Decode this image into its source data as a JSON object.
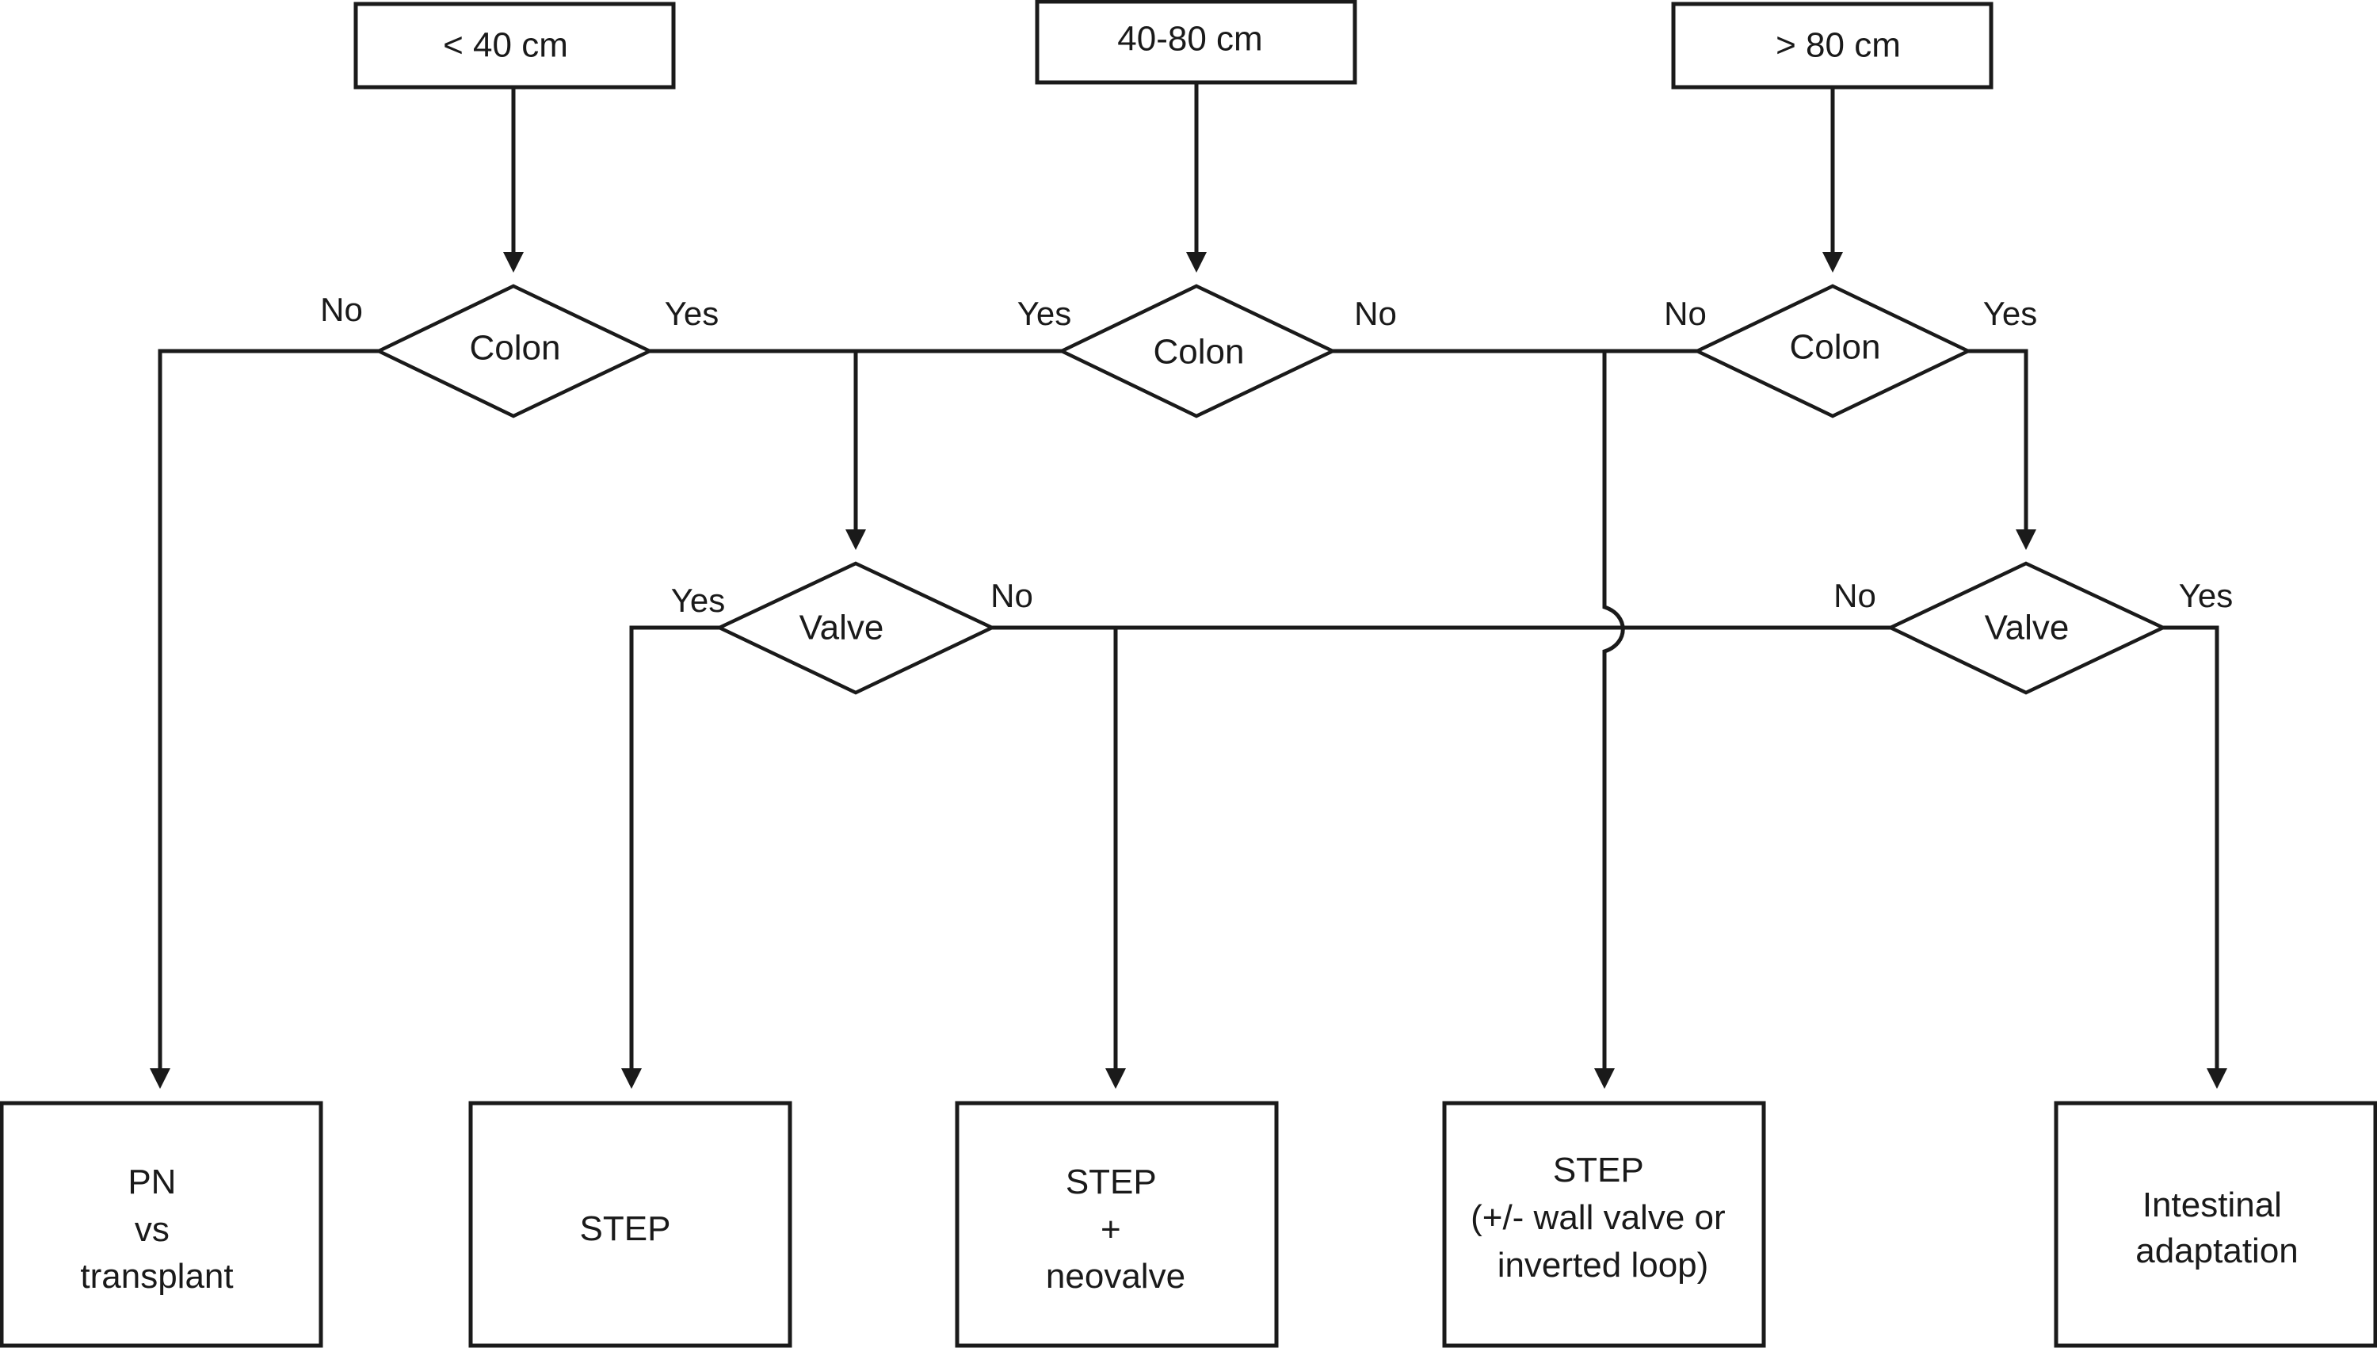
{
  "length_boxes": {
    "short": "< 40 cm",
    "medium": "40-80 cm",
    "long": "> 80 cm"
  },
  "decisions": {
    "colon_short": "Colon",
    "colon_medium": "Colon",
    "colon_long": "Colon",
    "valve_left": "Valve",
    "valve_right": "Valve"
  },
  "edge_labels": {
    "short_colon_no": "No",
    "short_colon_yes": "Yes",
    "medium_colon_yes": "Yes",
    "medium_colon_no": "No",
    "long_colon_no": "No",
    "long_colon_yes": "Yes",
    "left_valve_yes": "Yes",
    "left_valve_no": "No",
    "right_valve_no": "No",
    "right_valve_yes": "Yes"
  },
  "outcomes": {
    "pn_transplant": [
      "PN",
      "vs",
      "transplant"
    ],
    "step": [
      "STEP"
    ],
    "step_neovalve": [
      "STEP",
      "+",
      "neovalve"
    ],
    "step_wall_valve": [
      "STEP",
      "(+/- wall valve or",
      "inverted loop)"
    ],
    "intestinal_adaptation": [
      "Intestinal",
      "adaptation"
    ]
  }
}
